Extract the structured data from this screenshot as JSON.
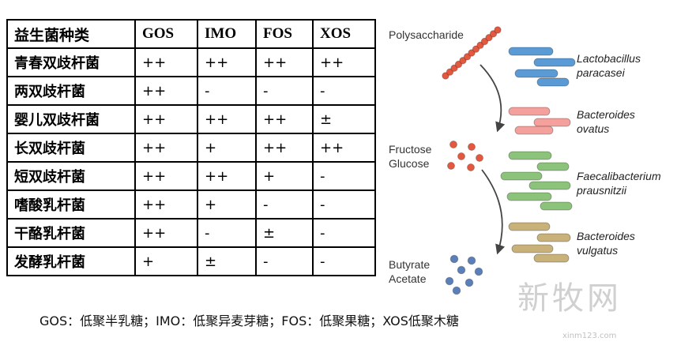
{
  "table": {
    "headers": [
      "益生菌种类",
      "GOS",
      "IMO",
      "FOS",
      "XOS"
    ],
    "rows": [
      [
        "青春双歧杆菌",
        "++",
        "++",
        "++",
        "++"
      ],
      [
        "两双歧杆菌",
        "++",
        "-",
        "-",
        "-"
      ],
      [
        "婴儿双歧杆菌",
        "++",
        "++",
        "++",
        "±"
      ],
      [
        "长双歧杆菌",
        "++",
        "+",
        "++",
        "++"
      ],
      [
        "短双歧杆菌",
        "++",
        "++",
        "+",
        "-"
      ],
      [
        "嗜酸乳杆菌",
        "++",
        "+",
        "-",
        "-"
      ],
      [
        "干酪乳杆菌",
        "++",
        "-",
        "±",
        "-"
      ],
      [
        "发酵乳杆菌",
        "+",
        "±",
        "-",
        "-"
      ]
    ]
  },
  "caption": "GOS：低聚半乳糖；IMO：低聚异麦芽糖；FOS：低聚果糖；XOS低聚木糖",
  "diagram": {
    "stage_labels": {
      "polysaccharide": "Polysaccharide",
      "fructose": "Fructose",
      "glucose": "Glucose",
      "butyrate": "Butyrate",
      "acetate": "Acetate"
    },
    "bacteria": [
      {
        "line1": "Lactobacillus",
        "line2": "paracasei",
        "color": "#5b9bd5"
      },
      {
        "line1": "Bacteroides",
        "line2": "ovatus",
        "color": "#f4a09c"
      },
      {
        "line1": "Faecalibacterium",
        "line2": "prausnitzii",
        "color": "#8cc37a"
      },
      {
        "line1": "Bacteroides",
        "line2": "vulgatus",
        "color": "#c9b27a"
      }
    ],
    "colors": {
      "poly_bead": "#e3593f",
      "sugar_dot": "#e3593f",
      "scfa_dot": "#5b7fb8",
      "arrow": "#444444"
    }
  },
  "watermark": {
    "text": "新牧网",
    "url": "xinm123.com"
  }
}
